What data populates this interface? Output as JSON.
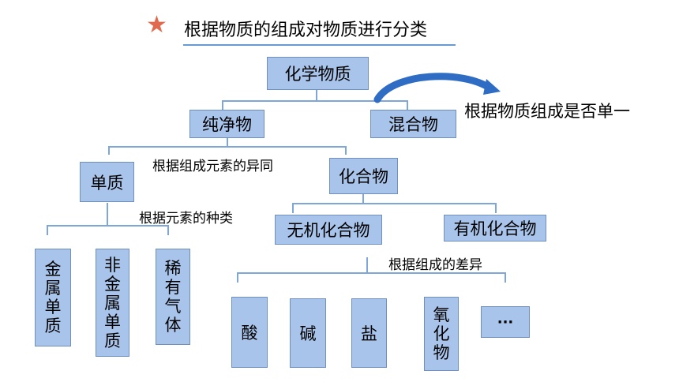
{
  "header": {
    "title": "根据物质的组成对物质进行分类",
    "star_icon": "star-icon"
  },
  "nodes": {
    "root": "化学物质",
    "pure": "纯净物",
    "mixture": "混合物",
    "element": "单质",
    "compound": "化合物",
    "inorganic": "无机化合物",
    "organic": "有机化合物",
    "acid": "酸",
    "base": "碱",
    "salt": "盐",
    "ellipsis": "···"
  },
  "vertical_nodes": {
    "metal": [
      "金",
      "属",
      "单",
      "质"
    ],
    "nonmetal": [
      "非",
      "金",
      "属",
      "单",
      "质"
    ],
    "noble_gas": [
      "稀",
      "有",
      "气",
      "体"
    ],
    "oxide": [
      "氧",
      "化",
      "物"
    ]
  },
  "labels": {
    "composition_single": "根据物质组成是否单一",
    "element_same_diff": "根据组成元素的异同",
    "element_kind": "根据元素的种类",
    "composition_diff": "根据组成的差异"
  },
  "colors": {
    "box_fill": "#a9c4eb",
    "box_border": "#6f8fbd",
    "line": "#7fa6d9",
    "arrow": "#2f6cc4",
    "star": "#e16a4e"
  }
}
